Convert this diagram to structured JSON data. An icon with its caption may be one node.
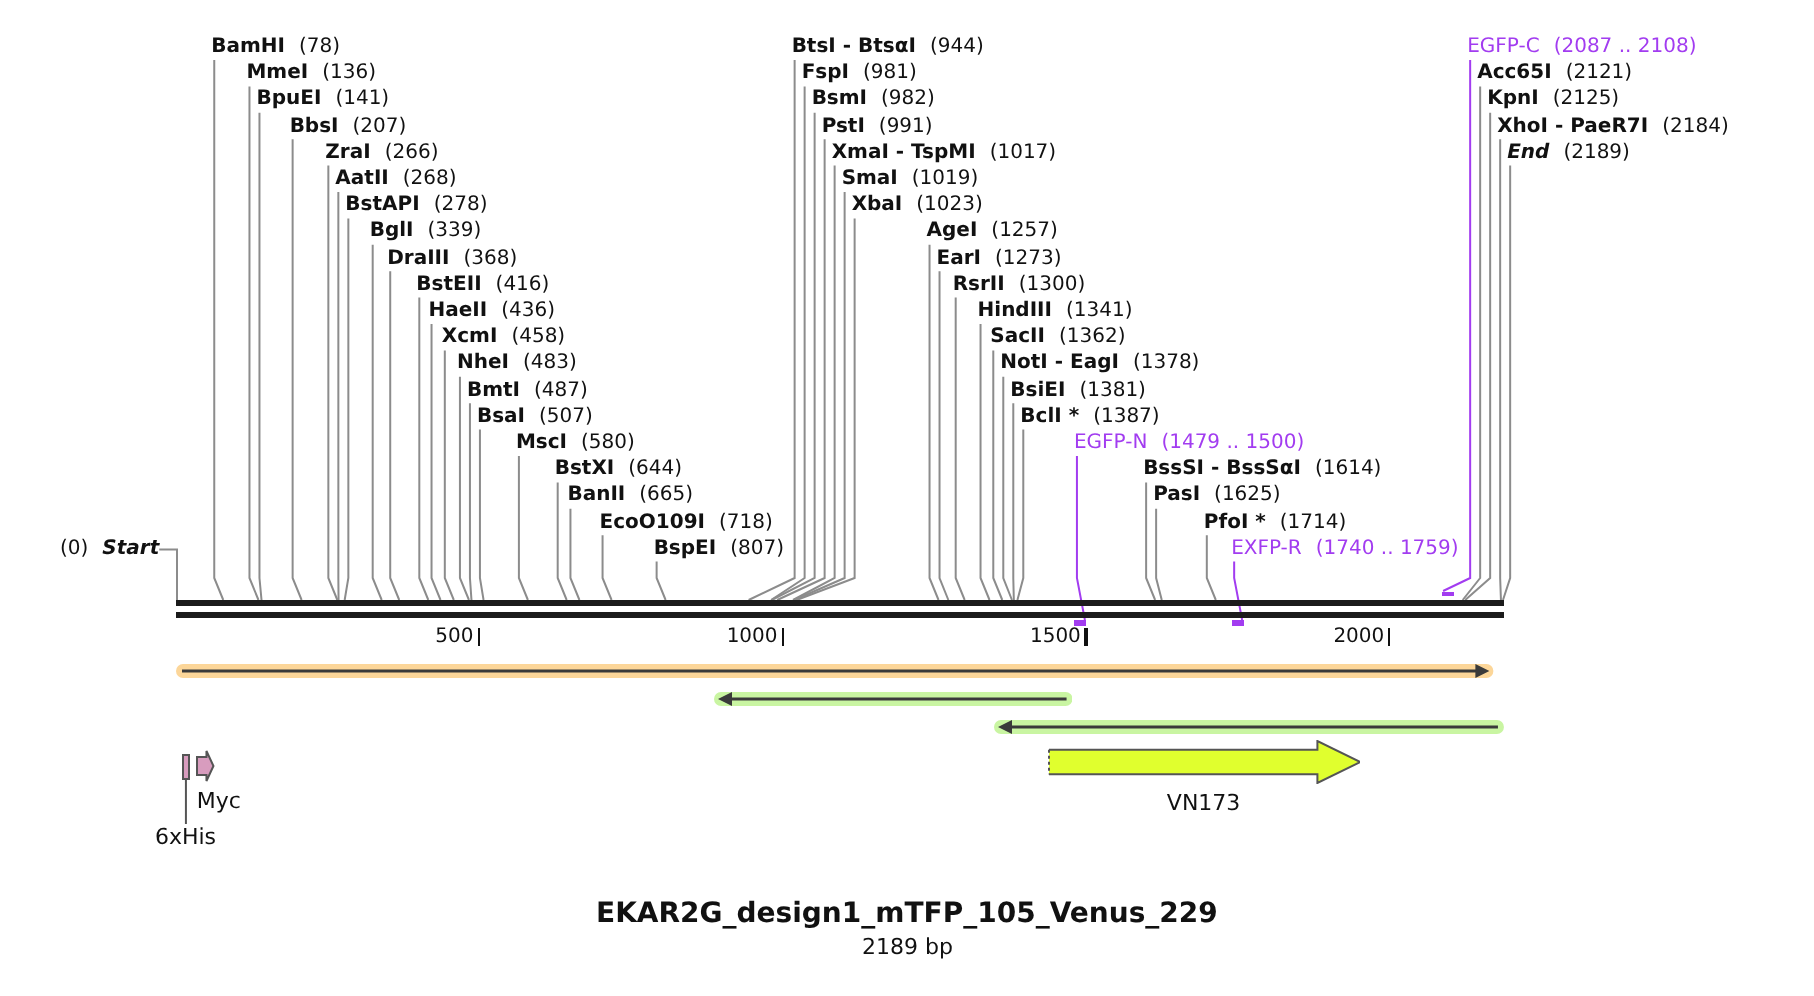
{
  "diagram": {
    "title": "EKAR2G_design1_mTFP_105_Venus_229",
    "caption": "2189 bp",
    "nodes": [
      {
        "text": [
          "(0)",
          "Start"
        ]
      },
      {
        "text": [
          "BamHI",
          "(78)"
        ]
      },
      {
        "text": [
          "MmeI",
          "(136)"
        ]
      },
      {
        "text": [
          "BpuEI",
          "(141)"
        ]
      },
      {
        "text": [
          "BbsI",
          "(207)"
        ]
      },
      {
        "text": [
          "ZraI",
          "(266)"
        ]
      },
      {
        "text": [
          "AatII",
          "(268)"
        ]
      },
      {
        "text": [
          "BstAPI",
          "(278)"
        ]
      },
      {
        "text": [
          "BglI",
          "(339)"
        ]
      },
      {
        "text": [
          "DraIII",
          "(368)"
        ]
      },
      {
        "text": [
          "BstEII",
          "(416)"
        ]
      },
      {
        "text": [
          "HaeII",
          "(436)"
        ]
      },
      {
        "text": [
          "XcmI",
          "(458)"
        ]
      },
      {
        "text": [
          "NheI",
          "(483)"
        ]
      },
      {
        "text": [
          "BmtI",
          "(487)"
        ]
      },
      {
        "text": [
          "BsaI",
          "(507)"
        ]
      },
      {
        "text": [
          "MscI",
          "(580)"
        ]
      },
      {
        "text": [
          "BstXI",
          "(644)"
        ]
      },
      {
        "text": [
          "BanII",
          "(665)"
        ]
      },
      {
        "text": [
          "EcoO109I",
          "(718)"
        ]
      },
      {
        "text": [
          "BspEI",
          "(807)"
        ]
      },
      {
        "text": [
          "BtsI - BtsαI",
          "(944)"
        ]
      },
      {
        "text": [
          "FspI",
          "(981)"
        ]
      },
      {
        "text": [
          "BsmI",
          "(982)"
        ]
      },
      {
        "text": [
          "PstI",
          "(991)"
        ]
      },
      {
        "text": [
          "XmaI - TspMI",
          "(1017)"
        ]
      },
      {
        "text": [
          "SmaI",
          "(1019)"
        ]
      },
      {
        "text": [
          "XbaI",
          "(1023)"
        ]
      },
      {
        "text": [
          "AgeI",
          "(1257)"
        ]
      },
      {
        "text": [
          "EarI",
          "(1273)"
        ]
      },
      {
        "text": [
          "RsrII",
          "(1300)"
        ]
      },
      {
        "text": [
          "HindIII",
          "(1341)"
        ]
      },
      {
        "text": [
          "SacII",
          "(1362)"
        ]
      },
      {
        "text": [
          "NotI - EagI",
          "(1378)"
        ]
      },
      {
        "text": [
          "BsiEI",
          "(1381)"
        ]
      },
      {
        "text": [
          "BclI *",
          "(1387)"
        ]
      },
      {
        "text": [
          "EGFP-N",
          "(1479 .. 1500)"
        ]
      },
      {
        "text": [
          "BssSI - BssSαI",
          "(1614)"
        ]
      },
      {
        "text": [
          "PasI",
          "(1625)"
        ]
      },
      {
        "text": [
          "PfoI *",
          "(1714)"
        ]
      },
      {
        "text": [
          "EXFP-R",
          "(1740 .. 1759)"
        ]
      },
      {
        "text": [
          "EGFP-C",
          "(2087 .. 2108)"
        ]
      },
      {
        "text": [
          "Acc65I",
          "(2121)"
        ]
      },
      {
        "text": [
          "KpnI",
          "(2125)"
        ]
      },
      {
        "text": [
          "XhoI - PaeR7I",
          "(2184)"
        ]
      },
      {
        "text": [
          "End",
          "(2189)"
        ]
      },
      {
        "text": [],
        "shape": "bar"
      },
      {
        "text": [],
        "shape": "bar"
      },
      {
        "text": [],
        "shape": "bar"
      },
      {
        "text": [],
        "shape": "bar"
      },
      {
        "text": [],
        "shape": "arrow"
      },
      {
        "text": [],
        "shape": "arrow"
      },
      {
        "text": [],
        "shape": "arrow"
      },
      {
        "text": [],
        "shape": "box"
      },
      {
        "text": [
          "Myc"
        ]
      },
      {
        "text": [
          "VN173"
        ]
      },
      {
        "text": [
          "6xHis"
        ]
      }
    ],
    "edges": [
      {
        "from": 0,
        "to": 46,
        "arrow": "none"
      },
      {
        "from": 1,
        "to": 46,
        "arrow": "none"
      },
      {
        "from": 2,
        "to": 46,
        "arrow": "none"
      },
      {
        "from": 3,
        "to": 46,
        "arrow": "none"
      },
      {
        "from": 4,
        "to": 46,
        "arrow": "none"
      },
      {
        "from": 5,
        "to": 46,
        "arrow": "none"
      },
      {
        "from": 6,
        "to": 46,
        "arrow": "none"
      },
      {
        "from": 7,
        "to": 46,
        "arrow": "none"
      },
      {
        "from": 8,
        "to": 46,
        "arrow": "none"
      },
      {
        "from": 9,
        "to": 46,
        "arrow": "none"
      },
      {
        "from": 10,
        "to": 46,
        "arrow": "none"
      },
      {
        "from": 11,
        "to": 46,
        "arrow": "none"
      },
      {
        "from": 12,
        "to": 46,
        "arrow": "none"
      },
      {
        "from": 13,
        "to": 46,
        "arrow": "none"
      },
      {
        "from": 14,
        "to": 46,
        "arrow": "none"
      },
      {
        "from": 15,
        "to": 46,
        "arrow": "none"
      },
      {
        "from": 16,
        "to": 46,
        "arrow": "none"
      },
      {
        "from": 17,
        "to": 46,
        "arrow": "none"
      },
      {
        "from": 18,
        "to": 46,
        "arrow": "none"
      },
      {
        "from": 19,
        "to": 46,
        "arrow": "none"
      },
      {
        "from": 20,
        "to": 46,
        "arrow": "none"
      },
      {
        "from": 21,
        "to": 46,
        "arrow": "none"
      },
      {
        "from": 22,
        "to": 46,
        "arrow": "none"
      },
      {
        "from": 23,
        "to": 46,
        "arrow": "none"
      },
      {
        "from": 24,
        "to": 46,
        "arrow": "none"
      },
      {
        "from": 25,
        "to": 46,
        "arrow": "none"
      },
      {
        "from": 26,
        "to": 46,
        "arrow": "none"
      },
      {
        "from": 27,
        "to": 46,
        "arrow": "none"
      },
      {
        "from": 28,
        "to": 46,
        "arrow": "none"
      },
      {
        "from": 29,
        "to": 46,
        "arrow": "none"
      },
      {
        "from": 30,
        "to": 46,
        "arrow": "none"
      },
      {
        "from": 31,
        "to": 46,
        "arrow": "none"
      },
      {
        "from": 32,
        "to": 46,
        "arrow": "none"
      },
      {
        "from": 33,
        "to": 46,
        "arrow": "none"
      },
      {
        "from": 34,
        "to": 46,
        "arrow": "none"
      },
      {
        "from": 35,
        "to": 46,
        "arrow": "none"
      },
      {
        "from": 36,
        "to": 47,
        "arrow": "none",
        "color": "#a23cf0"
      },
      {
        "from": 37,
        "to": 46,
        "arrow": "none"
      },
      {
        "from": 38,
        "to": 46,
        "arrow": "none"
      },
      {
        "from": 39,
        "to": 46,
        "arrow": "none"
      },
      {
        "from": 40,
        "to": 48,
        "arrow": "none",
        "color": "#a23cf0"
      },
      {
        "from": 41,
        "to": 49,
        "arrow": "none",
        "color": "#a23cf0"
      },
      {
        "from": 42,
        "to": 46,
        "arrow": "none"
      },
      {
        "from": 43,
        "to": 46,
        "arrow": "none"
      },
      {
        "from": 44,
        "to": 46,
        "arrow": "none"
      },
      {
        "from": 45,
        "to": 46,
        "arrow": "none"
      },
      {
        "from": 56,
        "to": 53,
        "arrow": "none",
        "color": "#555555"
      }
    ],
    "labels": [
      "500",
      "1000",
      "1500",
      "2000"
    ]
  }
}
